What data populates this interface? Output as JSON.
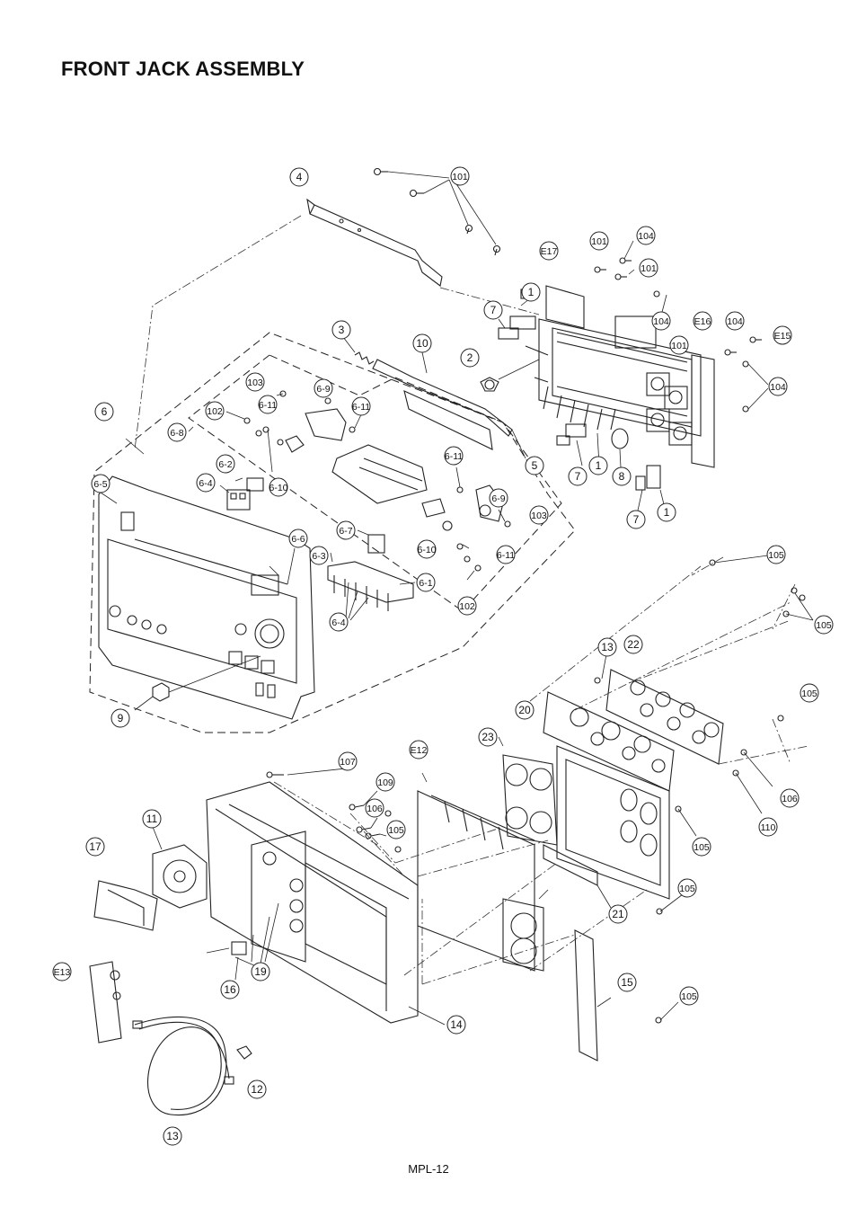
{
  "title": "FRONT JACK ASSEMBLY",
  "footer": "MPL-12",
  "callouts": [
    "4",
    "101",
    "E17",
    "101",
    "104",
    "101",
    "1",
    "7",
    "104",
    "E16",
    "104",
    "101",
    "E15",
    "3",
    "10",
    "2",
    "104",
    "103",
    "6-9",
    "6-11",
    "102",
    "6-11",
    "6",
    "6-8",
    "5",
    "1",
    "7",
    "8",
    "1",
    "7",
    "6-2",
    "6-4",
    "6-10",
    "6-11",
    "6-9",
    "103",
    "6-5",
    "6-7",
    "6-3",
    "6-6",
    "6-10",
    "6-11",
    "6-1",
    "6-4",
    "102",
    "105",
    "105",
    "13",
    "22",
    "105",
    "20",
    "9",
    "23",
    "E12",
    "107",
    "109",
    "106",
    "105",
    "11",
    "106",
    "110",
    "17",
    "105",
    "105",
    "21",
    "E13",
    "19",
    "16",
    "15",
    "105",
    "14",
    "12",
    "13"
  ]
}
